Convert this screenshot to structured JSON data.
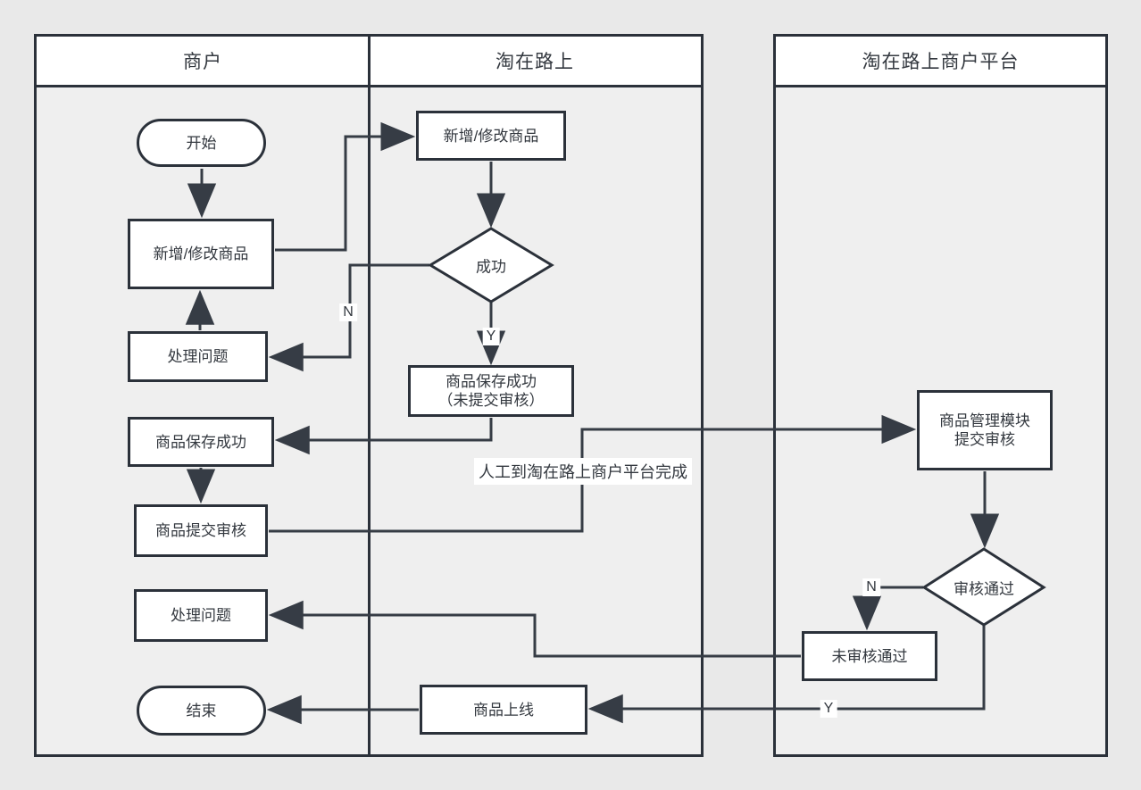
{
  "lanes": {
    "pool1": {
      "lane1_title": "商户",
      "lane2_title": "淘在路上"
    },
    "pool2": {
      "lane3_title": "淘在路上商户平台"
    }
  },
  "nodes": {
    "start": {
      "label": "开始"
    },
    "merchant_add": {
      "label": "新增/修改商品"
    },
    "merchant_fix1": {
      "label": "处理问题"
    },
    "merchant_saved": {
      "label": "商品保存成功"
    },
    "merchant_submit": {
      "label": "商品提交审核"
    },
    "merchant_fix2": {
      "label": "处理问题"
    },
    "end": {
      "label": "结束"
    },
    "tao_add": {
      "label": "新增/修改商品"
    },
    "tao_success_decision": {
      "label": "成功"
    },
    "tao_saved": {
      "line1": "商品保存成功",
      "line2": "（未提交审核）"
    },
    "tao_online": {
      "label": "商品上线"
    },
    "platform_module": {
      "line1": "商品管理模块",
      "line2": "提交审核"
    },
    "platform_audit_decision": {
      "label": "审核通过"
    },
    "platform_reject": {
      "label": "未审核通过"
    }
  },
  "edge_labels": {
    "success_no": "N",
    "success_yes": "Y",
    "audit_no": "N",
    "audit_yes": "Y",
    "manual_note": "人工到淘在路上商户平台完成"
  },
  "colors": {
    "stroke": "#2b313a",
    "connector": "#363c45",
    "shape_fill": "#ffffff",
    "lane_background": "#efefef",
    "page_background": "#e9e9e9"
  }
}
